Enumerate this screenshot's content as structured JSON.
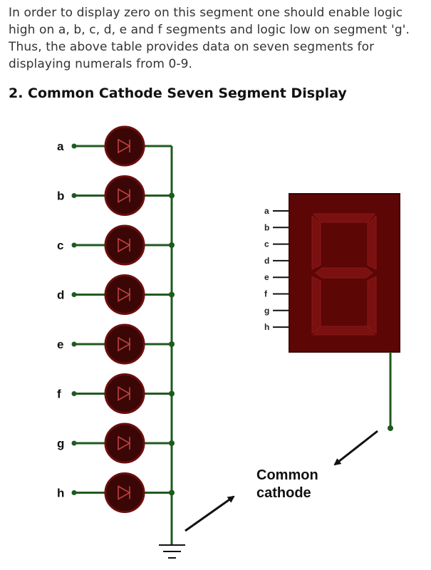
{
  "text": {
    "paragraph": "In order to display zero on this segment one should enable logic high on a, b, c, d, e and f segments and logic low on segment 'g'. Thus, the above table provides data on seven segments for displaying numerals from 0-9.",
    "heading": "2. Common Cathode Seven Segment Display"
  },
  "diagram": {
    "led_labels": [
      "a",
      "b",
      "c",
      "d",
      "e",
      "f",
      "g",
      "h"
    ],
    "display_pin_labels": [
      "a",
      "b",
      "c",
      "d",
      "e",
      "f",
      "g",
      "h"
    ],
    "callout_line1": "Common",
    "callout_line2": "cathode",
    "colors": {
      "wire": "#1e5a1e",
      "led_fill": "#3a0606",
      "led_ring": "#6b0d0d",
      "display_body": "#5c0606",
      "display_segment": "#7a1010",
      "arrow": "#111111"
    }
  }
}
